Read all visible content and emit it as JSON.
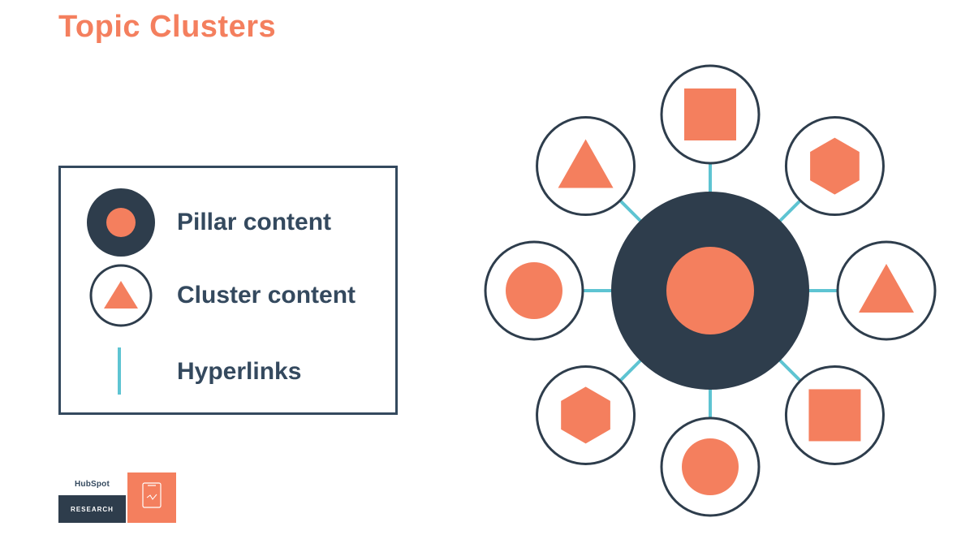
{
  "title": "Topic Clusters",
  "colors": {
    "accent": "#f47f5e",
    "navy": "#2e3d4c",
    "link": "#5ec4d2",
    "text": "#34495e"
  },
  "legend": {
    "items": [
      {
        "label": "Pillar content",
        "icon": "pillar-icon"
      },
      {
        "label": "Cluster content",
        "icon": "cluster-icon"
      },
      {
        "label": "Hyperlinks",
        "icon": "hyperlink-icon"
      }
    ]
  },
  "diagram": {
    "pillar": {
      "shape": "circle"
    },
    "clusters": [
      {
        "shape": "square",
        "position": "top"
      },
      {
        "shape": "hexagon",
        "position": "top-right"
      },
      {
        "shape": "triangle",
        "position": "right"
      },
      {
        "shape": "square",
        "position": "bottom-right"
      },
      {
        "shape": "circle",
        "position": "bottom"
      },
      {
        "shape": "hexagon",
        "position": "bottom-left"
      },
      {
        "shape": "circle",
        "position": "left"
      },
      {
        "shape": "triangle",
        "position": "top-left"
      }
    ]
  },
  "logo": {
    "brand": "HubSpot",
    "tagline": "RESEARCH",
    "icon": "document-icon"
  }
}
